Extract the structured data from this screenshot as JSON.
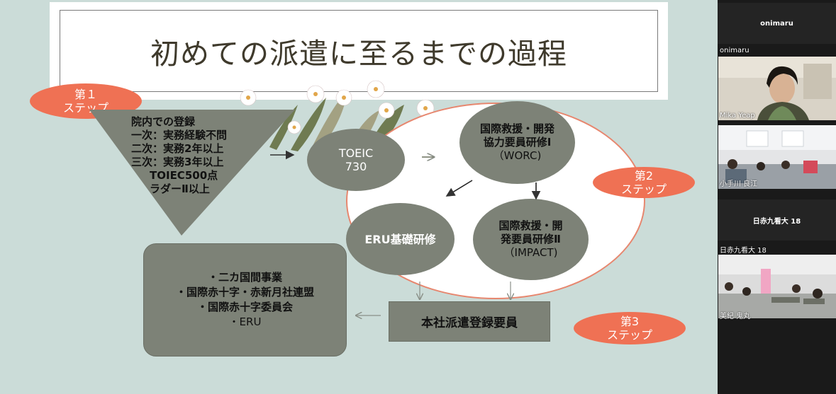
{
  "slide": {
    "title": "初めての派遣に至るまでの過程",
    "steps": {
      "step1": [
        "第１",
        "ステップ"
      ],
      "step2": [
        "第2",
        "ステップ"
      ],
      "step3": [
        "第3",
        "ステップ"
      ]
    },
    "registration": {
      "lines": [
        "院内での登録",
        "一次：実務経験不問",
        "二次：実務2年以上",
        "三次：実務3年以上",
        "TOIEC500点",
        "ラダーⅡ以上"
      ]
    },
    "toeic": [
      "TOEIC",
      "730"
    ],
    "worc": [
      "国際救援・開発",
      "協力要員研修Ⅰ",
      "（WORC)"
    ],
    "eru_training": "ERU基礎研修",
    "impact": [
      "国際救援・開",
      "発要員研修Ⅱ",
      "（IMPACT)"
    ],
    "hq_registration": "本社派遣登録要員",
    "projects": [
      "・二カ国間事業",
      "・国際赤十字・赤新月社連盟",
      "・国際赤十字委員会",
      "・ERU"
    ],
    "colors": {
      "background": "#cbdcd8",
      "node": "#7d8277",
      "accent": "#ef7154",
      "ellipse_border": "#e7876f"
    }
  },
  "sidebar": {
    "participants": [
      {
        "name": "onimaru",
        "header": "onimaru",
        "video": false
      },
      {
        "name": "Mika Yeap",
        "video": true
      },
      {
        "name": "小手川 良江",
        "video": true
      },
      {
        "name": "日赤九看大 18",
        "header": "日赤九看大 18",
        "video": false
      },
      {
        "name": "美紀 鬼丸",
        "video": true
      }
    ]
  }
}
